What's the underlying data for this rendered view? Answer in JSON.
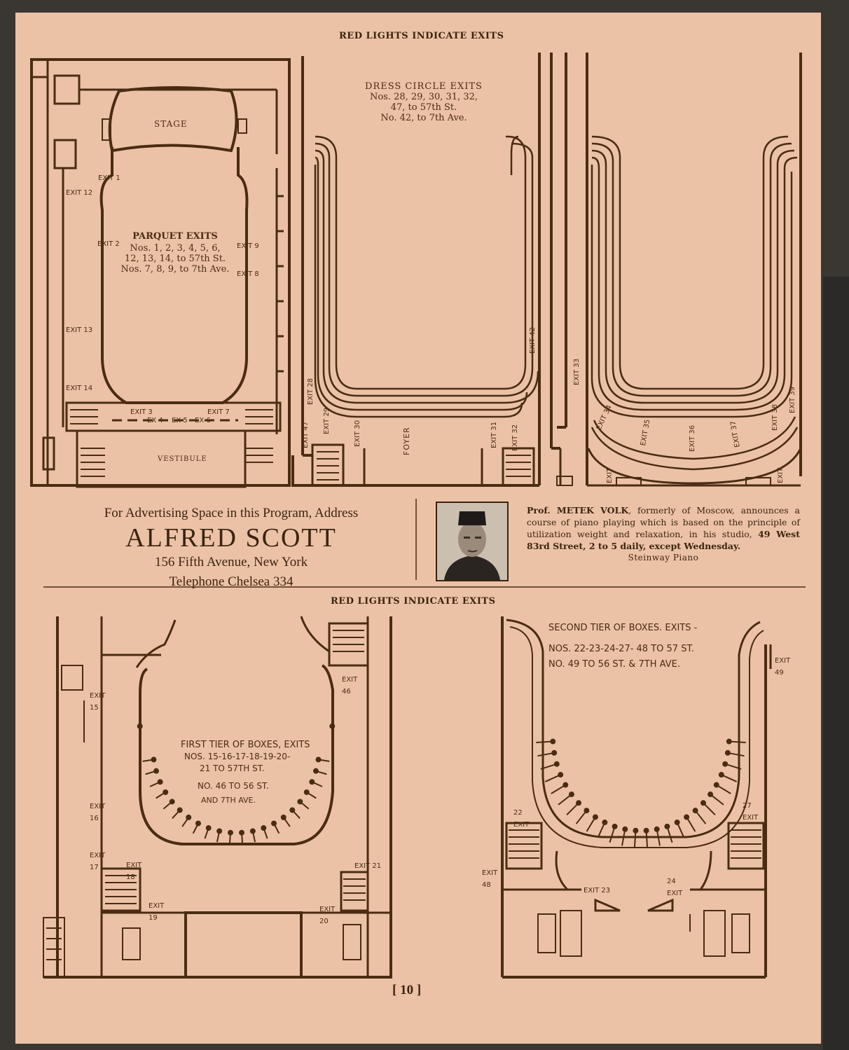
{
  "page": {
    "top_header": "RED LIGHTS INDICATE EXITS",
    "mid_header": "RED LIGHTS INDICATE EXITS",
    "page_number": "[ 10 ]"
  },
  "parquet_plan": {
    "stage": "STAGE",
    "vestibule": "VESTIBULE",
    "title": "PARQUET EXITS",
    "line1": "Nos. 1, 2, 3, 4, 5, 6,",
    "line2": "12, 13, 14, to 57th St.",
    "line3": "Nos. 7, 8, 9, to 7th Ave.",
    "exits": [
      "EXIT 1",
      "EXIT 12",
      "EXIT 2",
      "EXIT 9",
      "EXIT 8",
      "EXIT 13",
      "EXIT 14",
      "EXIT 3",
      "EX 4",
      "EX 5",
      "EX 6",
      "EXIT 7"
    ]
  },
  "dress_circle_plan": {
    "title": "DRESS CIRCLE EXITS",
    "line1": "Nos. 28, 29, 30, 31, 32,",
    "line2": "47, to 57th St.",
    "line3": "No. 42, to 7th Ave.",
    "foyer": "FOYER",
    "exits": [
      "EXIT 28",
      "EXIT 47",
      "EXIT 29",
      "EXIT 30",
      "EXIT 31",
      "EXIT 32",
      "EXIT 42"
    ]
  },
  "balcony_plan": {
    "exits": [
      "EXIT 33",
      "EXIT 34",
      "EXIT 35",
      "EXIT 36",
      "EXIT 37",
      "EXIT 38",
      "EXIT 39",
      "EXIT",
      "EXIT"
    ]
  },
  "first_tier": {
    "line1": "FIRST TIER OF BOXES, EXITS",
    "line2": "NOS. 15-16-17-18-19-20-",
    "line3": "21 TO 57TH ST.",
    "line4": "NO. 46 TO 56 ST.",
    "line5": "AND 7TH AVE.",
    "exits": [
      "EXIT 15",
      "EXIT 46",
      "EXIT 16",
      "EXIT 17",
      "EXIT 18",
      "EXIT 19",
      "EXIT 21",
      "EXIT 20"
    ]
  },
  "second_tier": {
    "line1": "SECOND TIER OF BOXES. EXITS -",
    "line2": "NOS. 22-23-24-27- 48 TO 57 ST.",
    "line3": "NO. 49 TO 56 ST. & 7TH AVE.",
    "exits": [
      "EXIT 49",
      "22 EXIT",
      "27 EXIT",
      "EXIT 48",
      "EXIT 23",
      "24 EXIT"
    ]
  },
  "ad_scott": {
    "line1": "For Advertising Space in this Program, Address",
    "name": "ALFRED SCOTT",
    "address": "156 Fifth Avenue, New York",
    "phone": "Telephone Chelsea 334"
  },
  "ad_volk": {
    "text_pre": "Prof. ",
    "name": "METEK VOLK",
    "text_mid": ", formerly of Moscow, announces a course of piano playing which is based on the principle of utilization weight and relaxation, in his studio, ",
    "studio": "49 West 83rd Street, 2 to 5",
    "text_post": " daily, except Wednesday.",
    "piano": "Steinway Piano"
  },
  "colors": {
    "paper": "#ecc2a6",
    "ink": "#4a2c12",
    "background": "#3a3733"
  }
}
